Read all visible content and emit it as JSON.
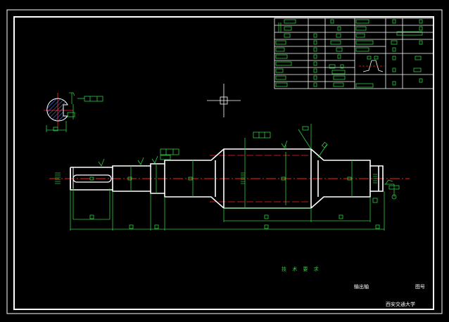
{
  "app": "CAD drawing viewer",
  "drawing": {
    "tech_requirements_title": "技 术 要 求",
    "title_block": {
      "part_name": "输出轴",
      "drawing_no_label": "图号",
      "school": "西安交通大学"
    }
  },
  "colors": {
    "background": "#000000",
    "frame": "#ffffff",
    "dimension": "#2ecc40",
    "centerline": "#ff2020",
    "hatch": "#5b8cff",
    "ucs_icon": "#e040fb"
  }
}
